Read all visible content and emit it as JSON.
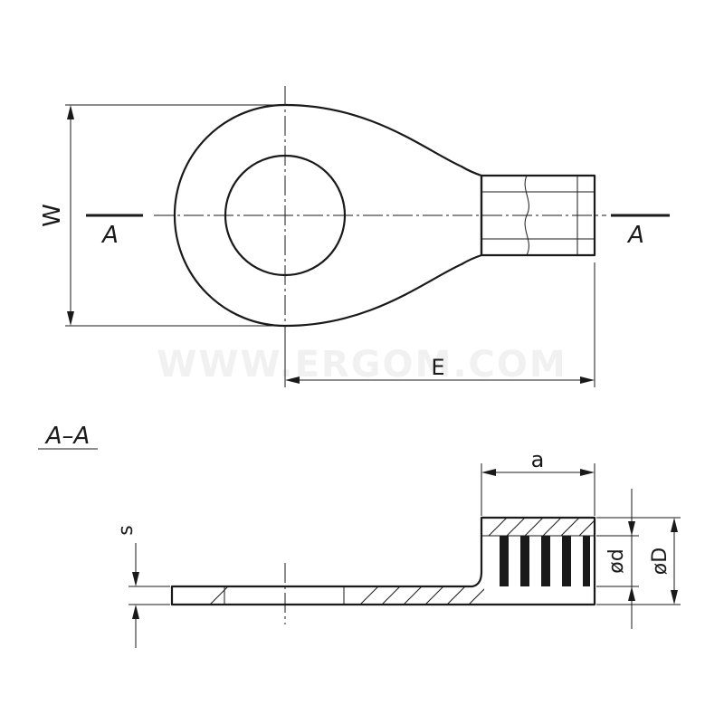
{
  "watermark": "WWW.ERGOM.COM",
  "labels": {
    "width": "W",
    "length": "E",
    "section_left": "A",
    "section_right": "A",
    "section_title": "A–A",
    "barrel_length": "a",
    "thickness": "s",
    "inner_diameter": "ød",
    "outer_diameter": "øD"
  }
}
